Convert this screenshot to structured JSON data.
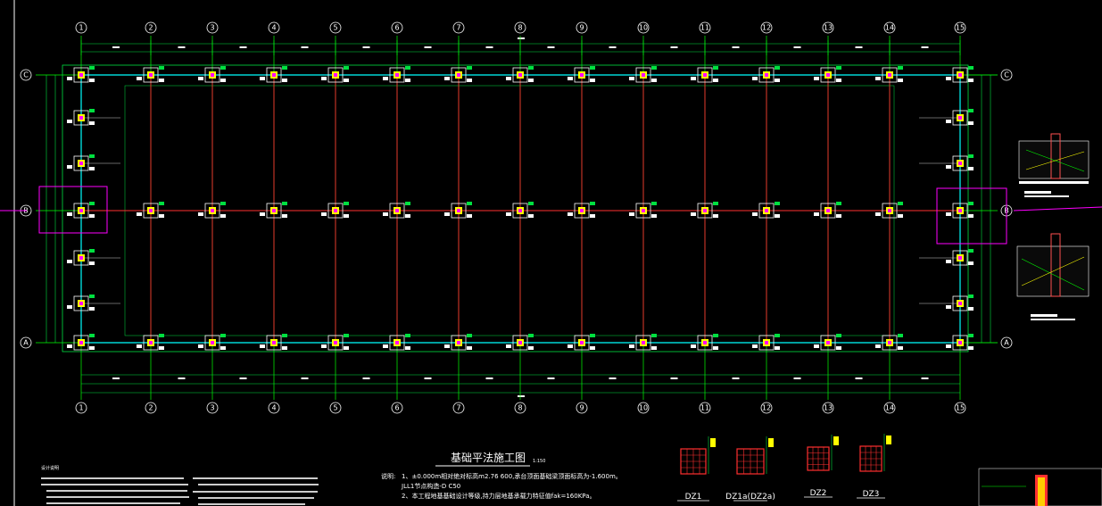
{
  "drawing": {
    "title": "基础平法施工图",
    "scale": "1:150",
    "notes_label": "说明:",
    "notes": [
      "1、±0.000m相对绝对标高m2.76 600,承台顶面基础梁顶面标高为-1.600m。",
      "JLL1节点构造-D C50",
      "2、本工程地基基础设计等级,持力层地基承载力特征值fak=160KPa。"
    ],
    "side_notes_title": "设计说明",
    "axis_x_labels": [
      "1",
      "2",
      "3",
      "4",
      "5",
      "6",
      "7",
      "8",
      "9",
      "10",
      "11",
      "12",
      "13",
      "14",
      "15"
    ],
    "axis_y_labels": [
      "C",
      "B",
      "A"
    ],
    "column_details": [
      "DZ1",
      "DZ1a(DZ2a)",
      "DZ2",
      "DZ3"
    ]
  },
  "colors": {
    "background": "#000000",
    "axis_line": "#00ff00",
    "beam_red": "#ff3030",
    "dim_green": "#00e040",
    "column_yellow": "#ffff00",
    "column_cyan": "#00ffff",
    "magenta": "#ff00ff",
    "white": "#ffffff"
  }
}
